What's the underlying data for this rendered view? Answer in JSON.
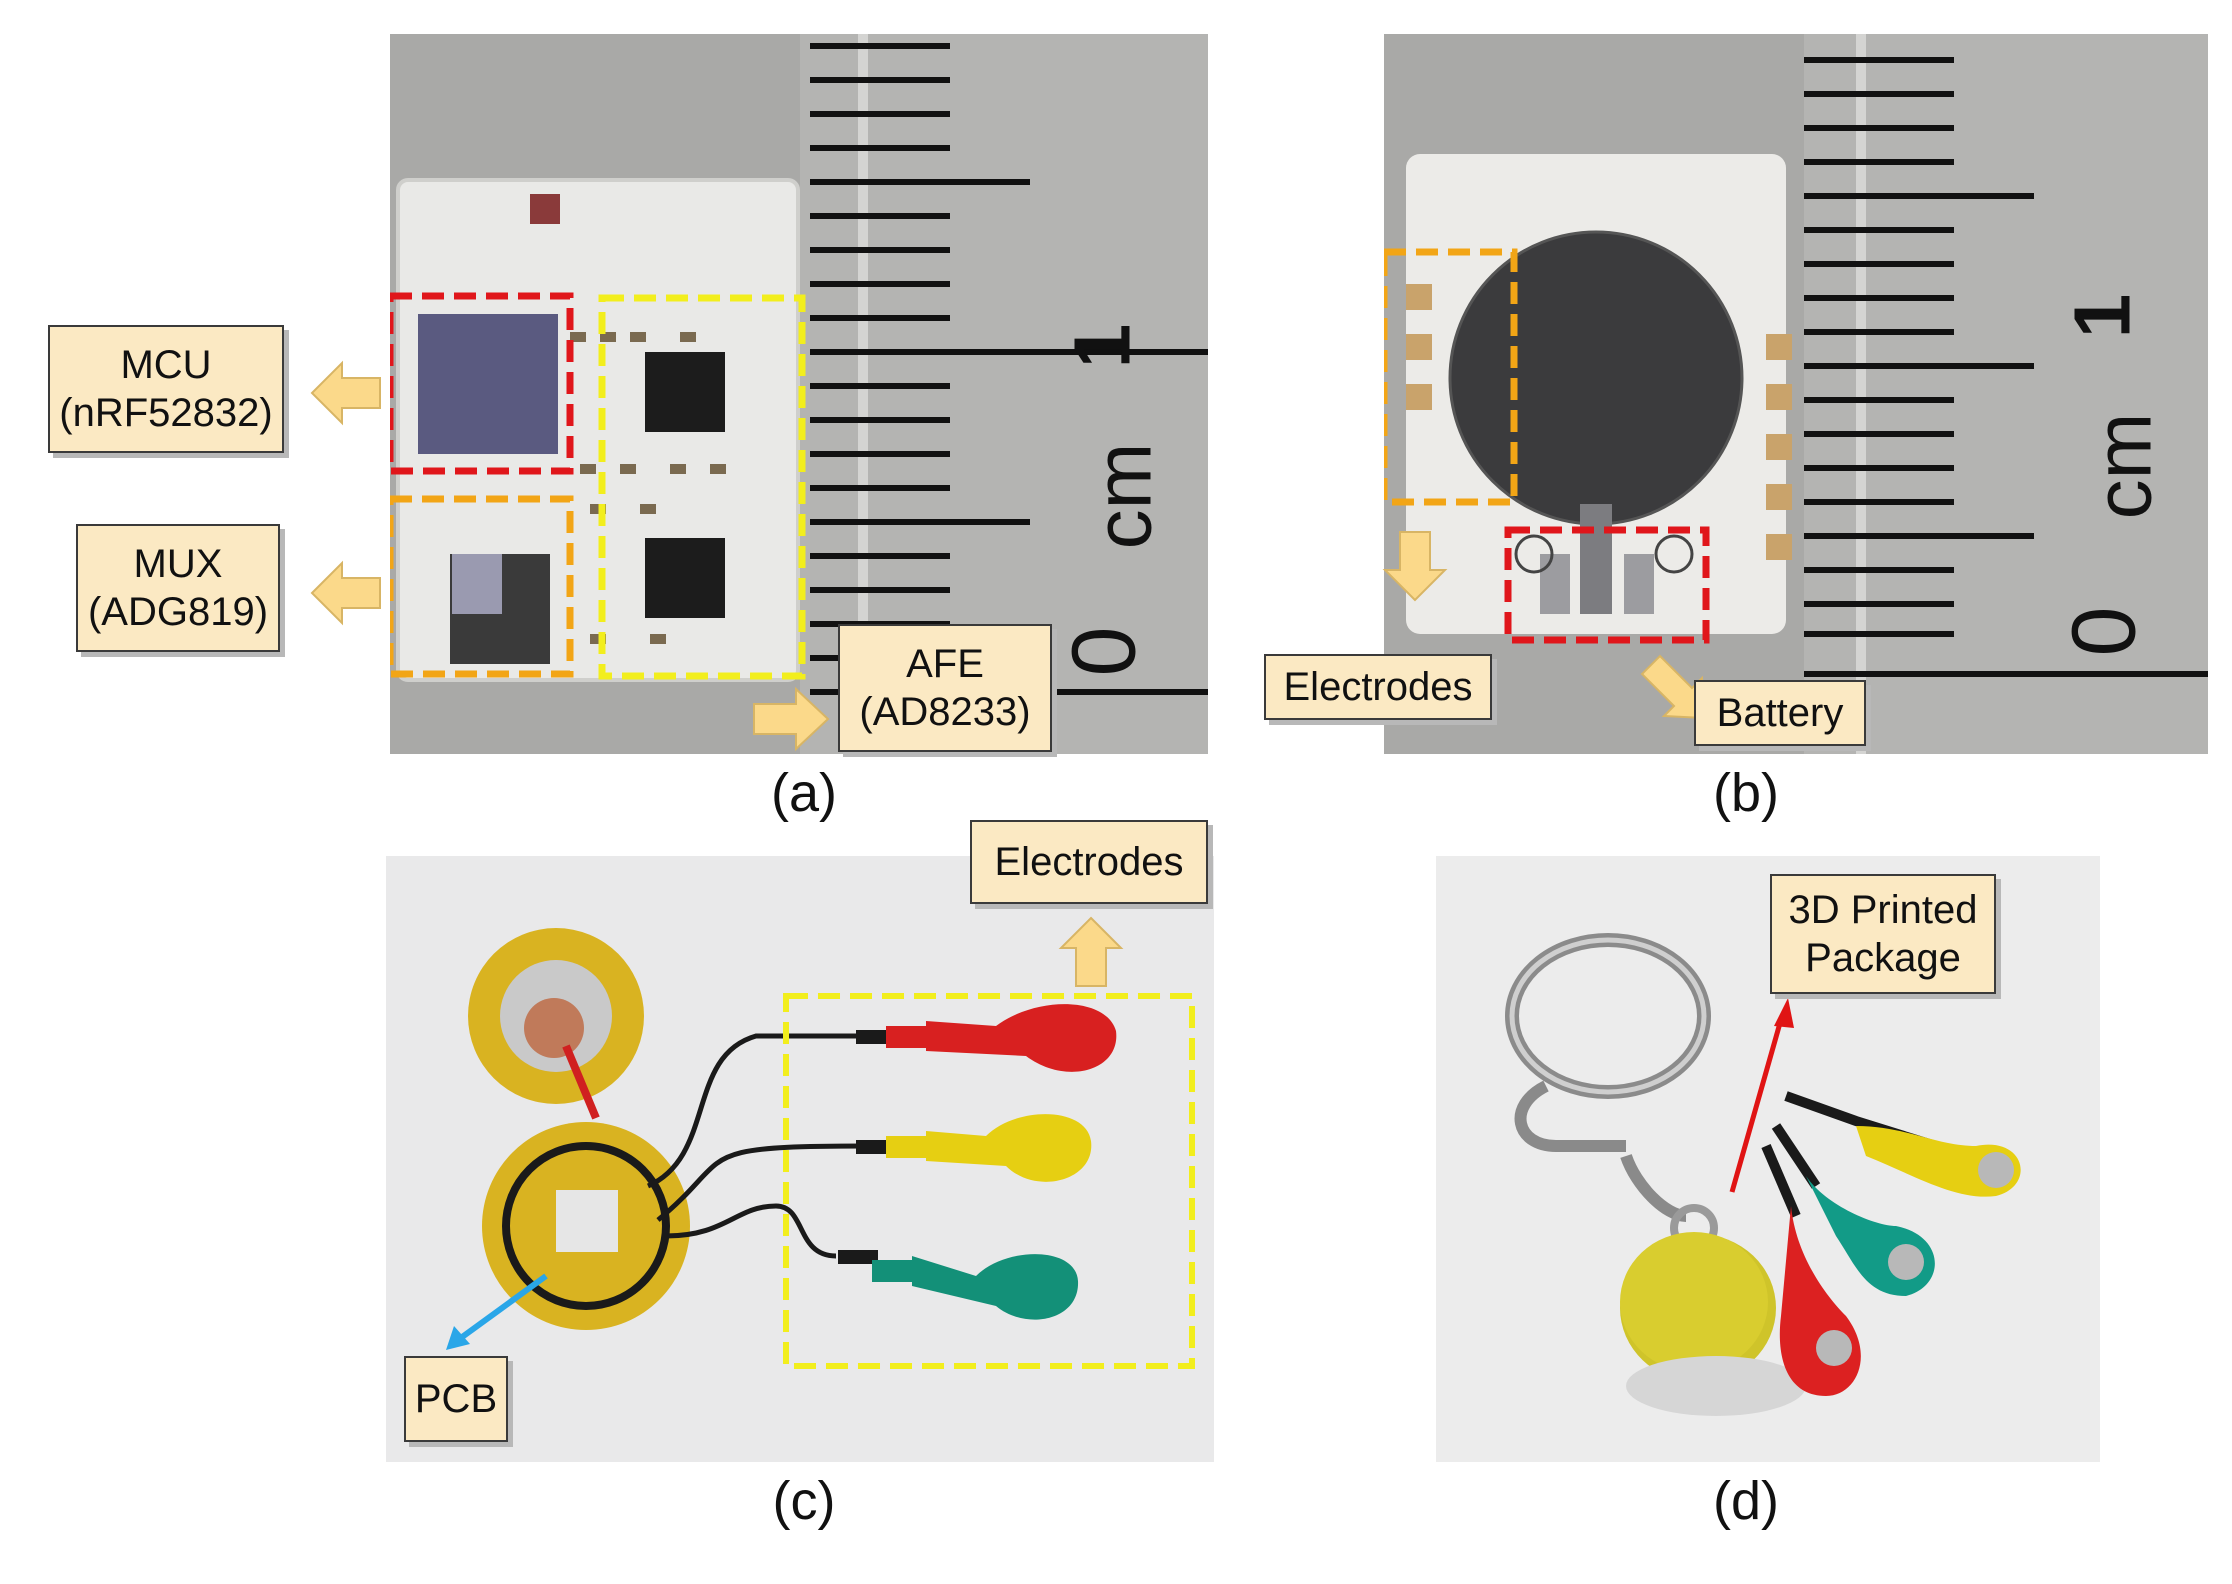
{
  "panel_a": {
    "caption": "(a)",
    "labels": {
      "mcu": {
        "line1": "MCU",
        "line2": "(nRF52832)"
      },
      "mux": {
        "line1": "MUX",
        "line2": "(ADG819)"
      },
      "afe": {
        "line1": "AFE",
        "line2": "(AD8233)"
      }
    },
    "ruler_text": {
      "one": "1",
      "cm": "cm",
      "zero": "0"
    }
  },
  "panel_b": {
    "caption": "(b)",
    "labels": {
      "electrodes": "Electrodes",
      "battery": "Battery"
    },
    "ruler_text": {
      "one": "1",
      "cm": "cm",
      "zero": "0"
    }
  },
  "panel_c": {
    "caption": "(c)",
    "labels": {
      "electrodes": "Electrodes",
      "pcb": "PCB"
    }
  },
  "panel_d": {
    "caption": "(d)",
    "labels": {
      "line1": "3D Printed",
      "line2": "Package"
    }
  },
  "colors": {
    "callout_fill": "#fbe9c3",
    "arrow_fill": "#fbd98a",
    "red_box": "#e0161b",
    "orange_box": "#f2a516",
    "yellow_box": "#f2ee1d",
    "pcb_arrow": "#2aa6e8",
    "package_arrow": "#e01414"
  }
}
